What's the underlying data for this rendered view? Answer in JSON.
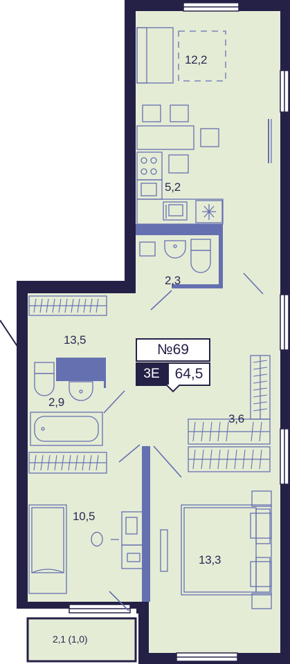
{
  "apartment": {
    "number": "№69",
    "rooms": "3Е",
    "area": "64,5"
  },
  "rooms": {
    "living_area": "12,2",
    "kitchen": "5,2",
    "bath_upper": "2,3",
    "hall": "13,5",
    "bath_lower": "2,9",
    "wardrobe": "3,6",
    "bedroom_left": "10,5",
    "bedroom_right": "13,3",
    "balcony": "2,1 (1,0)"
  },
  "colors": {
    "wall": "#242046",
    "floor": "#e5ecd6",
    "accent": "#6470b0",
    "line": "#6470b0",
    "text": "#2a2850"
  }
}
